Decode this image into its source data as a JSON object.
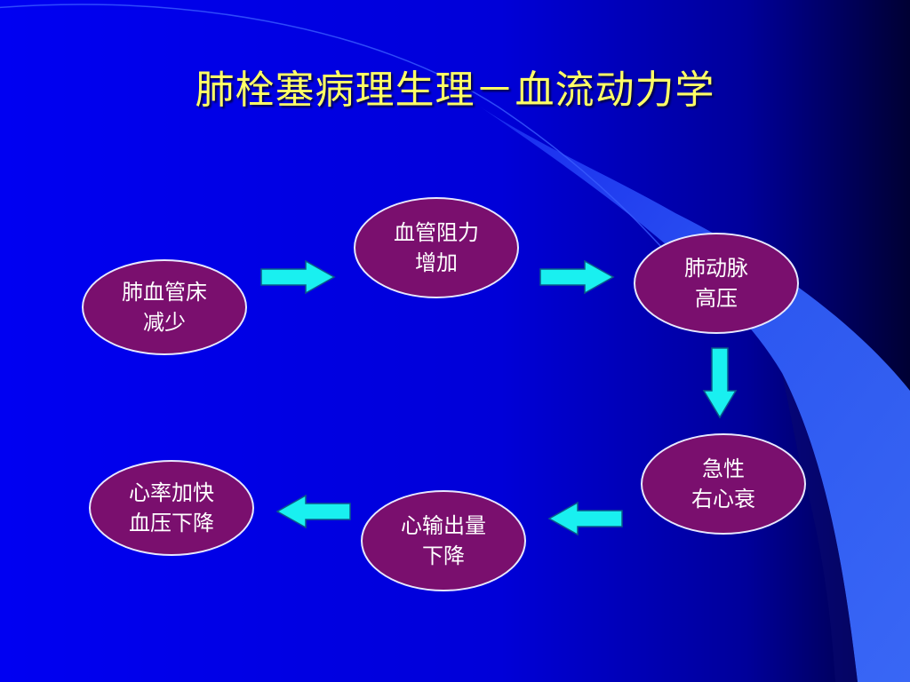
{
  "slide": {
    "title": "肺栓塞病理生理－血流动力学",
    "colors": {
      "background": "#0000f0",
      "title": "#ffff66",
      "node_fill": "#7a0f6e",
      "node_border": "#e8e8ff",
      "node_text": "#ffffff",
      "arrow": "#19f0f0"
    }
  },
  "diagram": {
    "nodes": [
      {
        "id": "vascular-bed",
        "lines": [
          "肺血管床",
          "减少"
        ]
      },
      {
        "id": "resistance",
        "lines": [
          "血管阻力",
          "增加"
        ]
      },
      {
        "id": "pulm-hypertension",
        "lines": [
          "肺动脉",
          "高压"
        ]
      },
      {
        "id": "right-heart-failure",
        "lines": [
          "急性",
          "右心衰"
        ]
      },
      {
        "id": "cardiac-output",
        "lines": [
          "心输出量",
          "下降"
        ]
      },
      {
        "id": "tachycardia-hypotension",
        "lines": [
          "心率加快",
          "血压下降"
        ]
      }
    ],
    "edges": [
      {
        "from": "vascular-bed",
        "to": "resistance",
        "direction": "right"
      },
      {
        "from": "resistance",
        "to": "pulm-hypertension",
        "direction": "right"
      },
      {
        "from": "pulm-hypertension",
        "to": "right-heart-failure",
        "direction": "down"
      },
      {
        "from": "right-heart-failure",
        "to": "cardiac-output",
        "direction": "left"
      },
      {
        "from": "cardiac-output",
        "to": "tachycardia-hypotension",
        "direction": "left"
      }
    ]
  }
}
